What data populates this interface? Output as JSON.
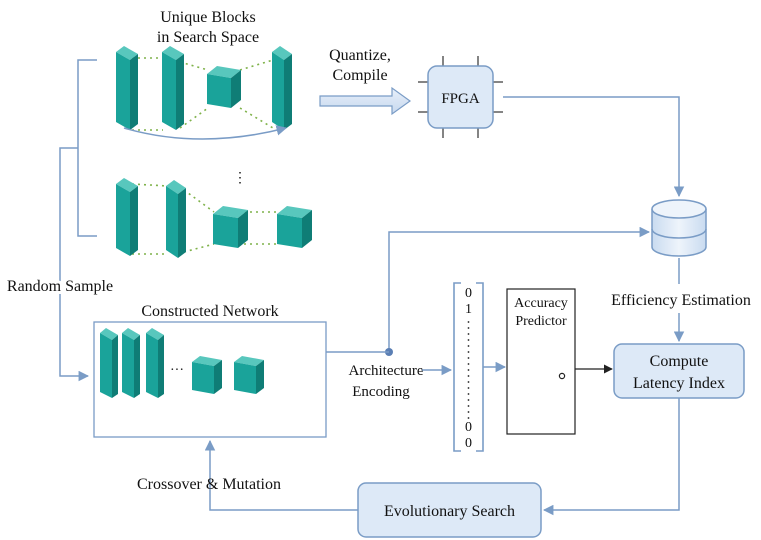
{
  "labels": {
    "unique_blocks_line1": "Unique Blocks",
    "unique_blocks_line2": "in Search Space",
    "quantize_line1": "Quantize,",
    "quantize_line2": "Compile",
    "fpga": "FPGA",
    "random_sample": "Random Sample",
    "constructed_network": "Constructed Network",
    "architecture_line1": "Architecture",
    "architecture_line2": "Encoding",
    "accuracy_line1": "Accuracy",
    "accuracy_line2": "Predictor",
    "efficiency_estimation": "Efficiency Estimation",
    "compute_line1": "Compute",
    "compute_line2": "Latency Index",
    "crossover_mutation": "Crossover & Mutation",
    "evolutionary_search": "Evolutionary Search",
    "vector_top": "0",
    "vector_second": "1",
    "vector_second_last": "0",
    "vector_bottom": "0",
    "vertical_ellipsis": "⋮",
    "horizontal_ellipsis": "···"
  },
  "colors": {
    "teal_front": "#1aa39a",
    "teal_side": "#0f7d76",
    "teal_top": "#58c7bd",
    "box_fill": "#dde9f7",
    "box_stroke": "#7a9cc6",
    "arrow": "#7a9cc6",
    "connector_dots": "#7fb24a",
    "neural_net": "#2aa5a0"
  }
}
